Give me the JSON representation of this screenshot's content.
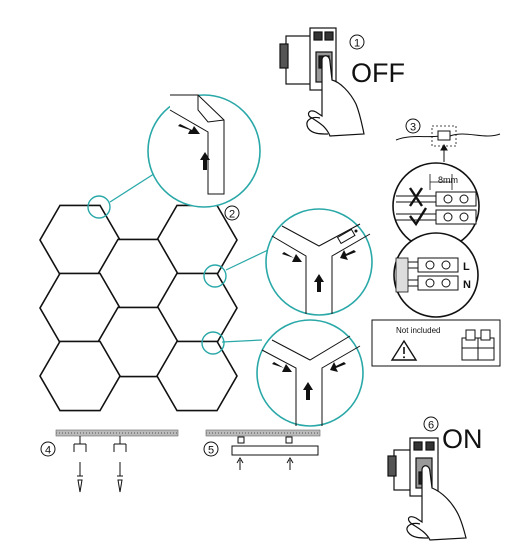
{
  "steps": {
    "s1": {
      "num": "1",
      "text": "OFF"
    },
    "s2": {
      "num": "2"
    },
    "s3": {
      "num": "3",
      "wire_len": "8mm",
      "terminal_l": "L",
      "terminal_n": "N",
      "not_included": "Not included"
    },
    "s4": {
      "num": "4"
    },
    "s5": {
      "num": "5"
    },
    "s6": {
      "num": "6",
      "text": "ON"
    }
  },
  "colors": {
    "callout": "#2aa8a8",
    "line": "#111111",
    "shade": "#dddddd"
  },
  "icons": [
    "hand-switch-icon",
    "hexagon-panel-icon",
    "connector-icon",
    "cross-icon",
    "check-icon",
    "warning-icon",
    "terminal-block-icon",
    "screw-icon",
    "arrow-icon"
  ]
}
